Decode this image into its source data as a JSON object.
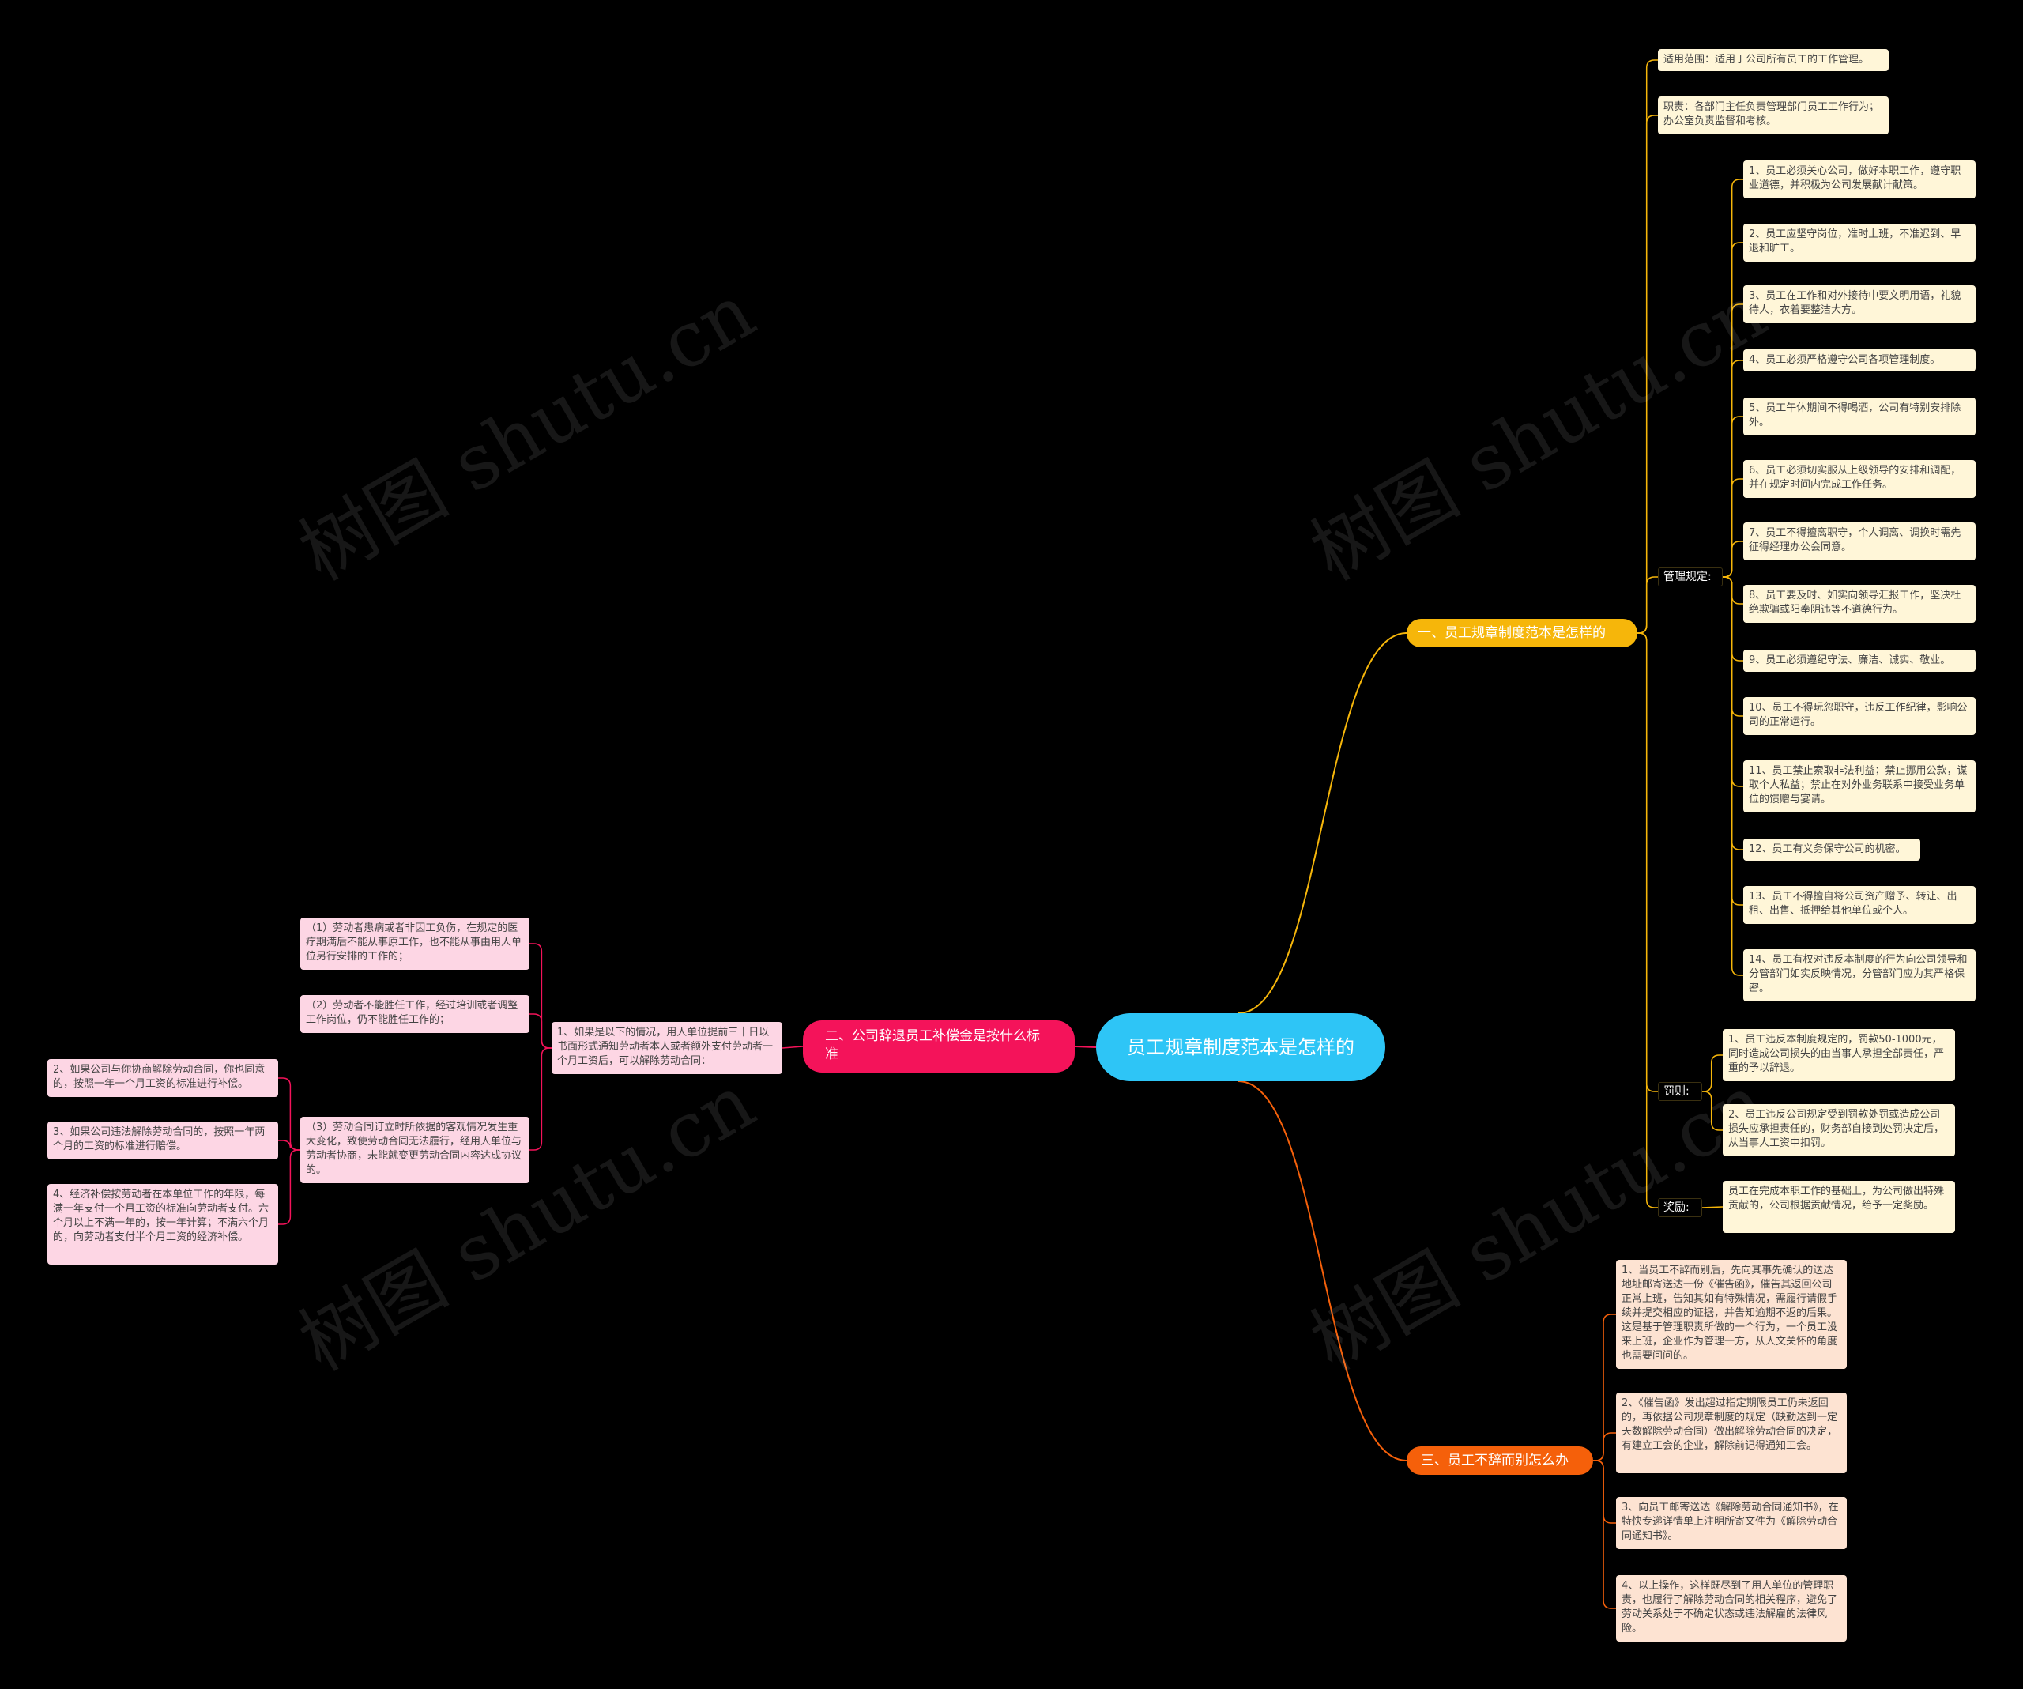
{
  "watermark": "树图 shutu.cn",
  "colors": {
    "root": "#2ec5f6",
    "branch1": "#f6b60a",
    "branch2": "#f4135a",
    "branch3": "#f5600a",
    "yellow_leaf": "#fff6d8",
    "pink_leaf": "#fdd6e4",
    "orange_leaf": "#fde3d2"
  },
  "root": {
    "text": "员工规章制度范本是怎样的"
  },
  "branch1": {
    "title": "一、员工规章制度范本是怎样的",
    "scope": "适用范围：适用于公司所有员工的工作管理。",
    "duty": "职责：各部门主任负责管理部门员工工作行为；办公室负责监督和考核。",
    "mgmt": {
      "label": "管理规定:",
      "items": [
        "1、员工必须关心公司，做好本职工作，遵守职业道德，并积极为公司发展献计献策。",
        "2、员工应坚守岗位，准时上班，不准迟到、早退和旷工。",
        "3、员工在工作和对外接待中要文明用语，礼貌待人，衣着要整洁大方。",
        "4、员工必须严格遵守公司各项管理制度。",
        "5、员工午休期间不得喝酒，公司有特别安排除外。",
        "6、员工必须切实服从上级领导的安排和调配，并在规定时间内完成工作任务。",
        "7、员工不得擅离职守，个人调离、调换时需先征得经理办公会同意。",
        "8、员工要及时、如实向领导汇报工作，坚决杜绝欺骗或阳奉阴违等不道德行为。",
        "9、员工必须遵纪守法、廉洁、诚实、敬业。",
        "10、员工不得玩忽职守，违反工作纪律，影响公司的正常运行。",
        "11、员工禁止索取非法利益；禁止挪用公款，谋取个人私益；禁止在对外业务联系中接受业务单位的馈赠与宴请。",
        "12、员工有义务保守公司的机密。",
        "13、员工不得擅自将公司资产赠予、转让、出租、出售、抵押给其他单位或个人。",
        "14、员工有权对违反本制度的行为向公司领导和分管部门如实反映情况，分管部门应为其严格保密。"
      ]
    },
    "penalty": {
      "label": "罚则:",
      "items": [
        "1、员工违反本制度规定的，罚款50-1000元，同时造成公司损失的由当事人承担全部责任，严重的予以辞退。",
        "2、员工违反公司规定受到罚款处罚或造成公司损失应承担责任的，财务部自接到处罚决定后，从当事人工资中扣罚。"
      ]
    },
    "reward": {
      "label": "奖励:",
      "items": [
        "员工在完成本职工作的基础上，为公司做出特殊贡献的，公司根据贡献情况，给予一定奖励。"
      ]
    }
  },
  "branch2": {
    "title": "二、公司辞退员工补偿金是按什么标准",
    "main": "1、如果是以下的情况，用人单位提前三十日以书面形式通知劳动者本人或者额外支付劳动者一个月工资后，可以解除劳动合同：",
    "cases": [
      "（1）劳动者患病或者非因工负伤，在规定的医疗期满后不能从事原工作，也不能从事由用人单位另行安排的工作的；",
      "（2）劳动者不能胜任工作，经过培训或者调整工作岗位，仍不能胜任工作的；",
      "（3）劳动合同订立时所依据的客观情况发生重大变化，致使劳动合同无法履行，经用人单位与劳动者协商，未能就变更劳动合同内容达成协议的。"
    ],
    "sub": [
      "2、如果公司与你协商解除劳动合同，你也同意的，按照一年一个月工资的标准进行补偿。",
      "3、如果公司违法解除劳动合同的，按照一年两个月的工资的标准进行赔偿。",
      "4、经济补偿按劳动者在本单位工作的年限，每满一年支付一个月工资的标准向劳动者支付。六个月以上不满一年的，按一年计算；不满六个月的，向劳动者支付半个月工资的经济补偿。"
    ]
  },
  "branch3": {
    "title": "三、员工不辞而别怎么办",
    "items": [
      "1、当员工不辞而别后，先向其事先确认的送达地址邮寄送达一份《催告函》，催告其返回公司正常上班，告知其如有特殊情况，需履行请假手续并提交相应的证据，并告知逾期不返的后果。这是基于管理职责所做的一个行为，一个员工没来上班，企业作为管理一方，从人文关怀的角度也需要问问的。",
      "2、《催告函》发出超过指定期限员工仍未返回的，再依据公司规章制度的规定（缺勤达到一定天数解除劳动合同）做出解除劳动合同的决定，有建立工会的企业，解除前记得通知工会。",
      "3、向员工邮寄送达《解除劳动合同通知书》，在特快专递详情单上注明所寄文件为《解除劳动合同通知书》。",
      "4、以上操作，这样既尽到了用人单位的管理职责，也履行了解除劳动合同的相关程序，避免了劳动关系处于不确定状态或违法解雇的法律风险。"
    ]
  }
}
